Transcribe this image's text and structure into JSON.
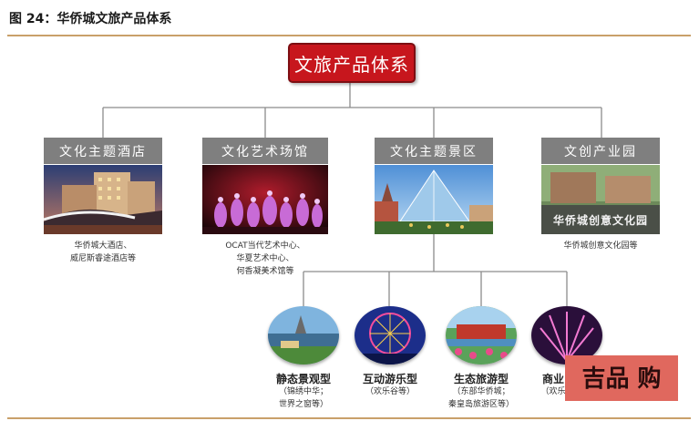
{
  "figure": {
    "title": "图 24：华侨城文旅产品体系"
  },
  "root": {
    "label": "文旅产品体系"
  },
  "categories": [
    {
      "label": "文化主题酒店",
      "caption": "华侨城大酒店、\n威尼斯睿途酒店等"
    },
    {
      "label": "文化艺术场馆",
      "caption": "OCAT当代艺术中心、\n华夏艺术中心、\n何香凝美术馆等"
    },
    {
      "label": "文化主题景区",
      "caption": ""
    },
    {
      "label": "文创产业园",
      "caption": "华侨城创意文化园等",
      "sign_text": "华侨城创意文化园"
    }
  ],
  "subtypes": [
    {
      "label": "静态景观型",
      "caption": "（锦绣中华；\n世界之窗等）"
    },
    {
      "label": "互动游乐型",
      "caption": "（欢乐谷等）"
    },
    {
      "label": "生态旅游型",
      "caption": "（东部华侨城；\n秦皇岛旅游区等）"
    },
    {
      "label": "商业",
      "caption": "（欢乐"
    }
  ],
  "watermark": {
    "text": "吉品 购"
  }
}
